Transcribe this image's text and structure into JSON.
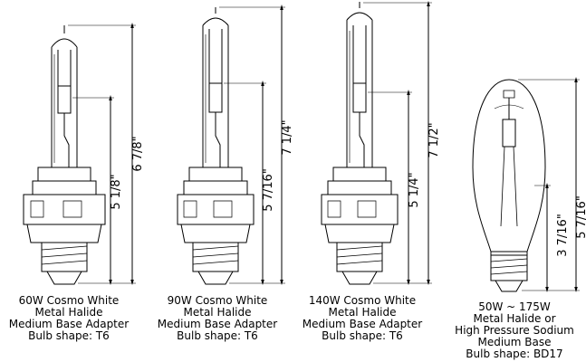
{
  "lamps": [
    {
      "caption": [
        "60W Cosmo White",
        "Metal Halide",
        "Medium Base Adapter",
        "Bulb shape: T6"
      ],
      "dim_inner": "5 1/8\"",
      "dim_outer": "6 7/8\""
    },
    {
      "caption": [
        "90W Cosmo White",
        "Metal Halide",
        "Medium Base Adapter",
        "Bulb shape: T6"
      ],
      "dim_inner": "5 7/16\"",
      "dim_outer": "7 1/4\""
    },
    {
      "caption": [
        "140W Cosmo White",
        "Metal Halide",
        "Medium Base Adapter",
        "Bulb shape: T6"
      ],
      "dim_inner": "5 1/4\"",
      "dim_outer": "7 1/2\""
    },
    {
      "caption": [
        "50W ~ 175W",
        "Metal Halide or",
        "High Pressure Sodium",
        "Medium Base",
        "Bulb shape: BD17"
      ],
      "dim_inner": "3 7/16\"",
      "dim_outer": "5 7/16\""
    }
  ]
}
